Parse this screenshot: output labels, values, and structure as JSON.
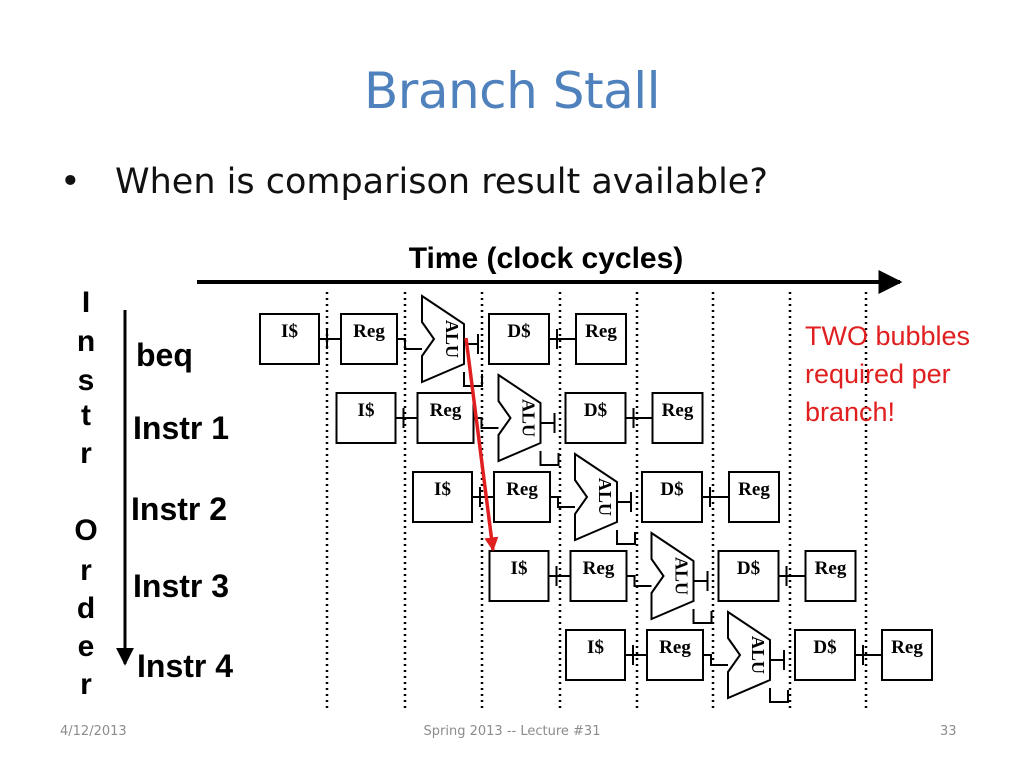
{
  "slide": {
    "title": "Branch Stall",
    "bullet": "When is comparison result available?"
  },
  "diagram": {
    "time_label": "Time (clock cycles)",
    "vertical_label": [
      "I",
      "n",
      "s",
      "t",
      "r",
      "O",
      "r",
      "d",
      "e",
      "r"
    ],
    "rows": [
      {
        "label": "beq",
        "stages": [
          "I$",
          "Reg",
          "ALU",
          "D$",
          "Reg"
        ]
      },
      {
        "label": "Instr 1",
        "stages": [
          "I$",
          "Reg",
          "ALU",
          "D$",
          "Reg"
        ]
      },
      {
        "label": "Instr 2",
        "stages": [
          "I$",
          "Reg",
          "ALU",
          "D$",
          "Reg"
        ]
      },
      {
        "label": "Instr 3",
        "stages": [
          "I$",
          "Reg",
          "ALU",
          "D$",
          "Reg"
        ]
      },
      {
        "label": "Instr 4",
        "stages": [
          "I$",
          "Reg",
          "ALU",
          "D$",
          "Reg"
        ]
      }
    ],
    "note": [
      "TWO bubbles",
      "required per",
      "branch!"
    ],
    "colors": {
      "title": "#4f81bd",
      "note": "#e02020",
      "arrow": "#e02020"
    }
  },
  "footer": {
    "date": "4/12/2013",
    "center": "Spring 2013 -- Lecture #31",
    "page": "33"
  }
}
